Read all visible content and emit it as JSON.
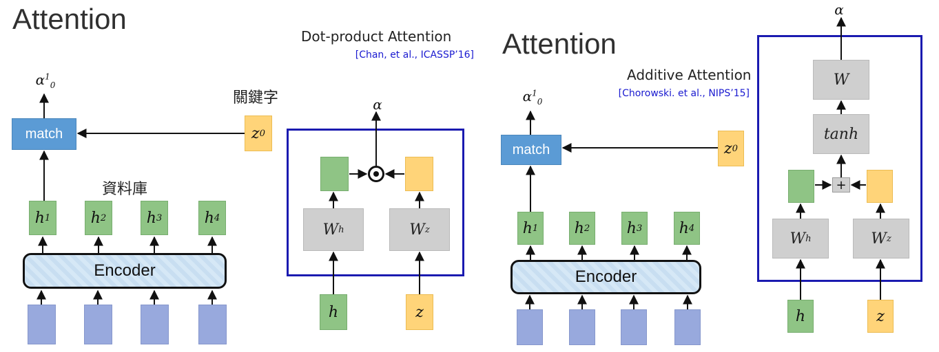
{
  "left": {
    "title": "Attention",
    "keyword_label": "關鍵字",
    "database_label": "資料庫",
    "match_label": "match",
    "alpha_base": "α",
    "alpha_sup": "1",
    "alpha_sub": "0",
    "z_base": "z",
    "z_sup": "0",
    "encoder_label": "Encoder",
    "h_items": [
      {
        "base": "h",
        "sup": "1"
      },
      {
        "base": "h",
        "sup": "2"
      },
      {
        "base": "h",
        "sup": "3"
      },
      {
        "base": "h",
        "sup": "4"
      }
    ]
  },
  "dot_product": {
    "title": "Dot-product Attention",
    "citation": "[Chan, et al., ICASSP’16]",
    "alpha": "α",
    "wh_base": "W",
    "wh_sup": "h",
    "wz_base": "W",
    "wz_sup": "z",
    "h_label": "h",
    "z_label": "z"
  },
  "right": {
    "title": "Attention",
    "match_label": "match",
    "alpha_base": "α",
    "alpha_sup": "1",
    "alpha_sub": "0",
    "z_base": "z",
    "z_sup": "0",
    "encoder_label": "Encoder",
    "h_items": [
      {
        "base": "h",
        "sup": "1"
      },
      {
        "base": "h",
        "sup": "2"
      },
      {
        "base": "h",
        "sup": "3"
      },
      {
        "base": "h",
        "sup": "4"
      }
    ]
  },
  "additive": {
    "title": "Additive Attention",
    "citation": "[Chorowski. et al., NIPS’15]",
    "alpha": "α",
    "w_label": "W",
    "tanh_label": "tanh",
    "plus": "+",
    "wh_base": "W",
    "wh_sup": "h",
    "wz_base": "W",
    "wz_sup": "z",
    "h_label": "h",
    "z_label": "z"
  },
  "colors": {
    "match_blue": "#5b9bd5",
    "hidden_green": "#8fc485",
    "query_yellow": "#ffd479",
    "input_blue": "#98a9dd",
    "weight_gray": "#cfcfcf",
    "frame_blue": "#1a1ab0"
  }
}
